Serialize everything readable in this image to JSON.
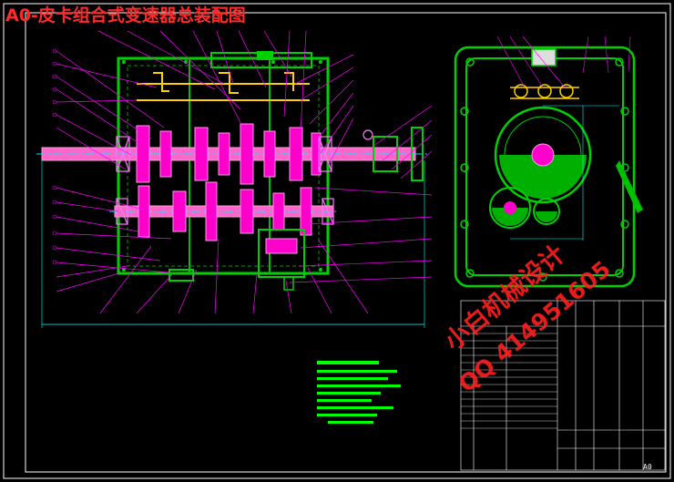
{
  "drawing": {
    "title": "A0-皮卡组合式变速器总装配图",
    "watermark_line1": "小白机械设计",
    "watermark_line2": "QQ 414951605",
    "sheet_size_code": "A0"
  },
  "colors": {
    "background": "#000000",
    "frame": "#ffffff",
    "housing": "#00d000",
    "leaders": "#ff00ff",
    "shafts": "#ff66cc",
    "centerline": "#00e5ff",
    "bearings": "#ff77ff",
    "dimension": "#00ffff",
    "title_red": "#ff2a2a",
    "notes": "#00ff00"
  },
  "icons": [
    "gear-icon",
    "bearing-icon",
    "shift-fork-icon"
  ]
}
